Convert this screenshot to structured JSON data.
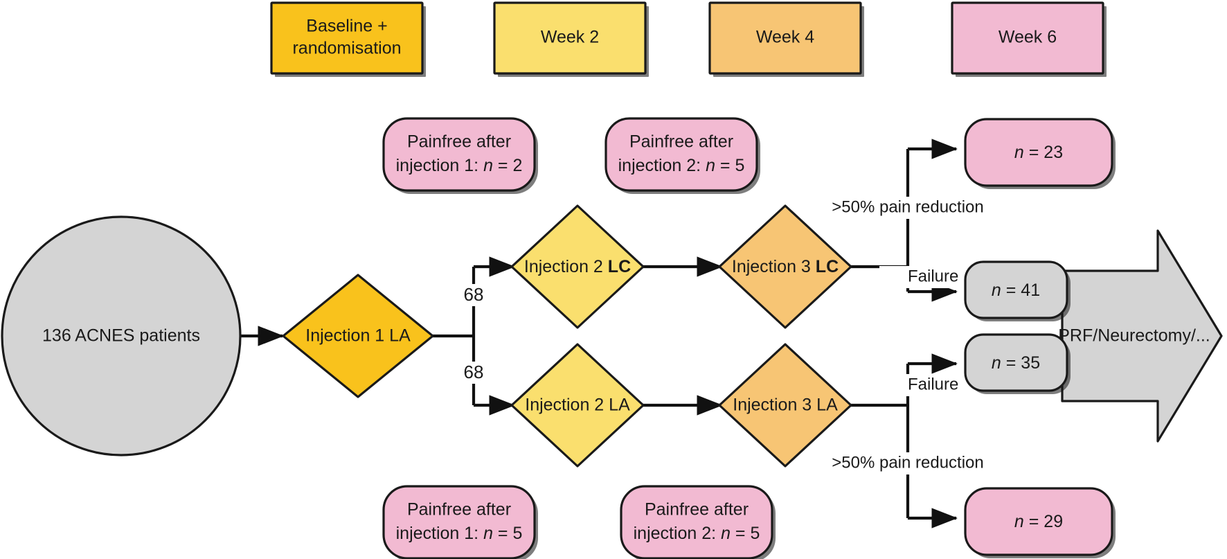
{
  "colors": {
    "baseline_gold": "#F9C21C",
    "week2_yellow": "#FADF6E",
    "week4_orange": "#F7C574",
    "week6_pink": "#F2BAD2",
    "grey_fill": "#D4D4D4",
    "pill_pink": "#F2BAD2",
    "outline": "#1A1A1A",
    "line": "#111111",
    "background": "#FFFFFF"
  },
  "timeline": {
    "headers": [
      {
        "id": "baseline",
        "line1": "Baseline +",
        "line2": "randomisation",
        "color": "#F9C21C"
      },
      {
        "id": "week2",
        "line1": "Week 2",
        "line2": "",
        "color": "#FADF6E"
      },
      {
        "id": "week4",
        "line1": "Week 4",
        "line2": "",
        "color": "#F7C574"
      },
      {
        "id": "week6",
        "line1": "Week 6",
        "line2": "",
        "color": "#F2BAD2"
      }
    ]
  },
  "start": {
    "label": "136 ACNES patients",
    "n": 136
  },
  "nodes": {
    "injection1": {
      "label": "Injection 1 LA",
      "color": "#F9C21C"
    },
    "injection2_lc": {
      "label_plain": "Injection 2 ",
      "label_bold": "LC",
      "color": "#FADF6E"
    },
    "injection3_lc": {
      "label_plain": "Injection 3 ",
      "label_bold": "LC",
      "color": "#F7C574"
    },
    "injection2_la": {
      "label": "Injection 2 LA",
      "color": "#FADF6E"
    },
    "injection3_la": {
      "label": "Injection 3 LA",
      "color": "#F7C574"
    }
  },
  "branch_counts": {
    "upper": "68",
    "lower": "68"
  },
  "painfree": [
    {
      "id": "top-inj1",
      "line1": "Painfree after",
      "prefix": "injection 1: ",
      "italic": "n",
      "suffix": " = 2",
      "n": 2
    },
    {
      "id": "top-inj2",
      "line1": "Painfree after",
      "prefix": "injection 2: ",
      "italic": "n",
      "suffix": " = 5",
      "n": 5
    },
    {
      "id": "bottom-inj1",
      "line1": "Painfree after",
      "prefix": "injection 1: ",
      "italic": "n",
      "suffix": " = 5",
      "n": 5
    },
    {
      "id": "bottom-inj2",
      "line1": "Painfree after",
      "prefix": "injection 2: ",
      "italic": "n",
      "suffix": " = 5",
      "n": 5
    }
  ],
  "outcomes": [
    {
      "id": "lc-success",
      "italic": "n",
      "suffix": " = 23",
      "n": 23,
      "color": "#F2BAD2",
      "kind": "pain-reduction"
    },
    {
      "id": "lc-failure",
      "italic": "n",
      "suffix": " = 41",
      "n": 41,
      "color": "#D4D4D4",
      "kind": "failure"
    },
    {
      "id": "la-failure",
      "italic": "n",
      "suffix": " = 35",
      "n": 35,
      "color": "#D4D4D4",
      "kind": "failure"
    },
    {
      "id": "la-success",
      "italic": "n",
      "suffix": " = 29",
      "n": 29,
      "color": "#F2BAD2",
      "kind": "pain-reduction"
    }
  ],
  "edge_labels": {
    "pain_reduction_top": ">50% pain reduction",
    "failure_top": "Failure",
    "failure_bottom": "Failure",
    "pain_reduction_bottom": ">50% pain reduction"
  },
  "final": {
    "label": "PRF/Neurectomy/...",
    "color": "#D4D4D4"
  }
}
